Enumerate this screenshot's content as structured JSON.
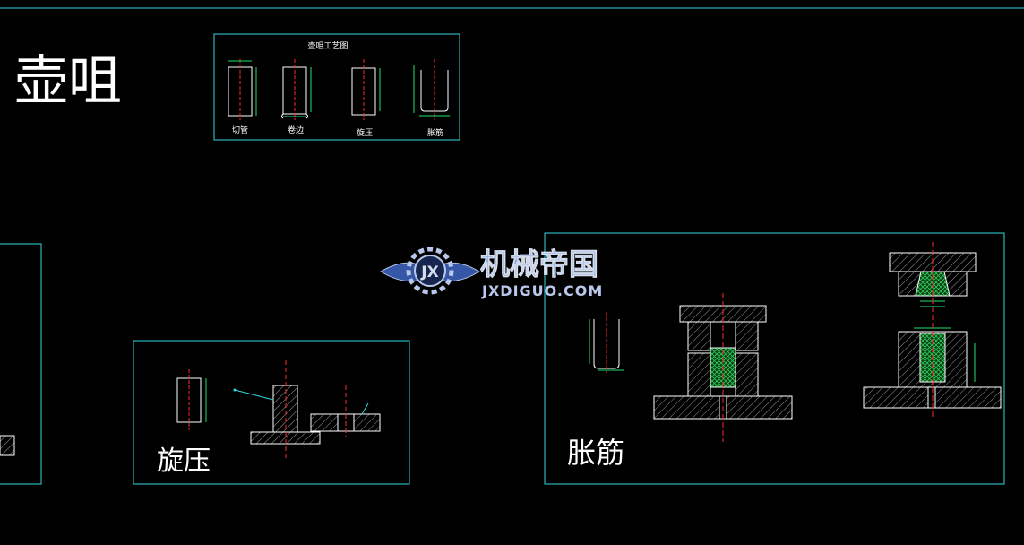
{
  "colors": {
    "background": "#000000",
    "frame": "#2fd7e0",
    "outline": "#ffffff",
    "centerline": "#ff2a2a",
    "dimension": "#22e06a",
    "hatch": "#9a9a9a",
    "cavity": "#1e8f3a",
    "watermark": "#8fb4ff"
  },
  "drawing": {
    "main_title": "壶咀",
    "process_sheet": {
      "title": "壶咀工艺图",
      "steps": [
        "切管",
        "卷边",
        "旋压",
        "胀筋"
      ]
    },
    "spinning_panel": {
      "title": "旋压"
    },
    "bulging_panel": {
      "title": "胀筋"
    }
  },
  "watermark": {
    "logo_icon": "gear-wings-icon",
    "logo_letters": "JX",
    "name": "机械帝国",
    "url": "JXDIGUO.COM"
  }
}
